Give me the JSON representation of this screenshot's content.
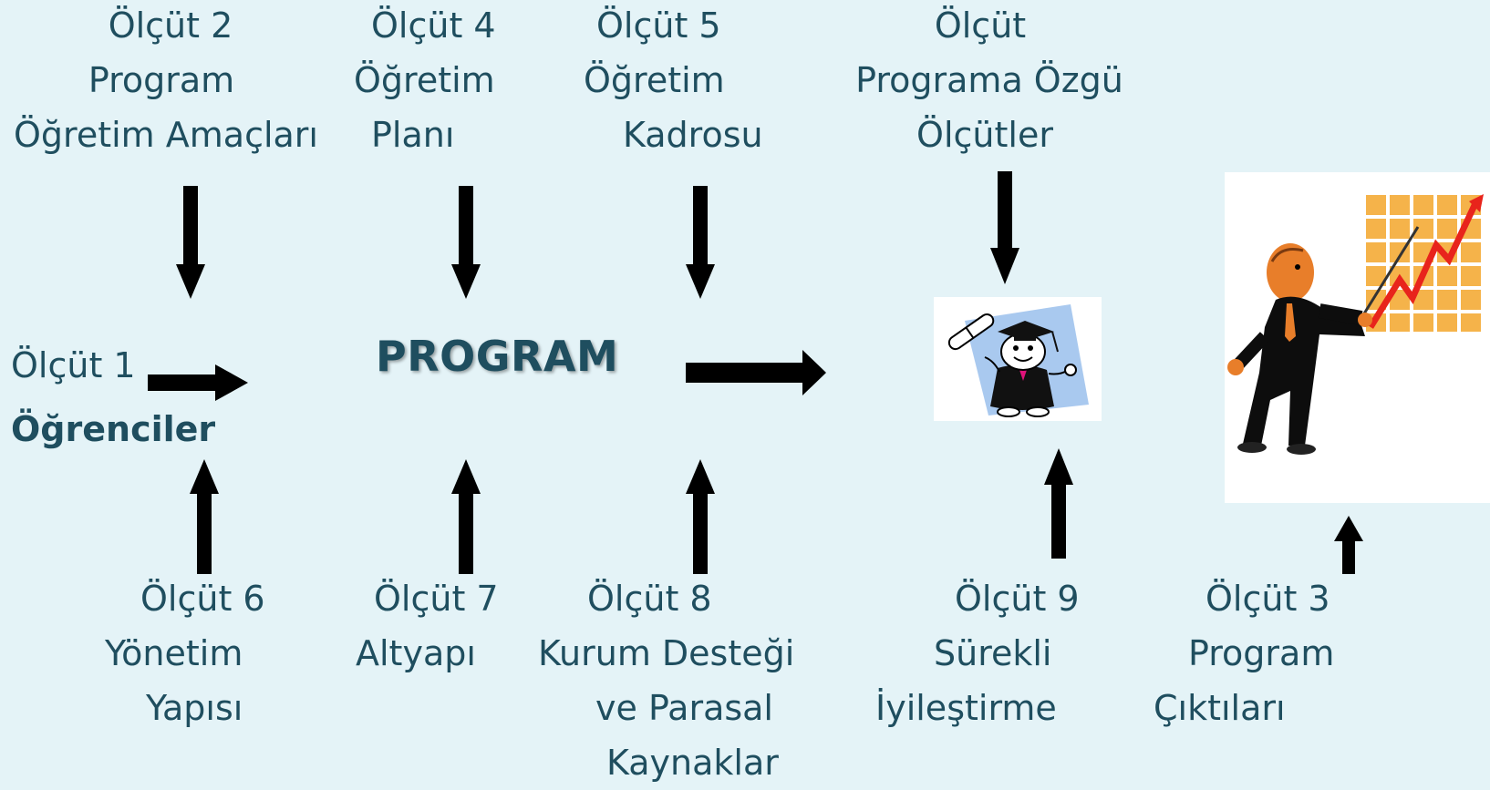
{
  "center": {
    "title": "PROGRAM"
  },
  "criteria": {
    "c1": {
      "line1": "Ölçüt 1",
      "line2": "Öğrenciler"
    },
    "c2": {
      "line1": "Ölçüt 2",
      "line2": "Program",
      "line3": "Öğretim Amaçları"
    },
    "c3": {
      "line1": "Ölçüt  3",
      "line2": "Program",
      "line3": "Çıktıları"
    },
    "c4": {
      "line1": "Ölçüt 4",
      "line2": "Öğretim",
      "line3": "Planı"
    },
    "c5": {
      "line1": "Ölçüt 5",
      "line2": "Öğretim",
      "line3": "Kadrosu"
    },
    "c6": {
      "line1": "Ölçüt 6",
      "line2": "Yönetim",
      "line3": "Yapısı"
    },
    "c7": {
      "line1": "Ölçüt 7",
      "line2": "Altyapı"
    },
    "c8": {
      "line1": "Ölçüt 8",
      "line2": "Kurum Desteği",
      "line3": "ve Parasal",
      "line4": "Kaynaklar"
    },
    "c9": {
      "line1": "Ölçüt 9",
      "line2": "Sürekli",
      "line3": "İyileştirme"
    },
    "cp": {
      "line1": "Ölçüt",
      "line2": "Programa Özgü",
      "line3": "Ölçütler"
    }
  },
  "images": {
    "graduate": "graduate-clipart",
    "presenter": "presenter-growth-chart-clipart"
  },
  "colors": {
    "background": "#e4f3f7",
    "text": "#1f4e5f",
    "arrow": "#000000",
    "chart_line": "#e8241c",
    "chart_grid": "#f5b34a"
  }
}
